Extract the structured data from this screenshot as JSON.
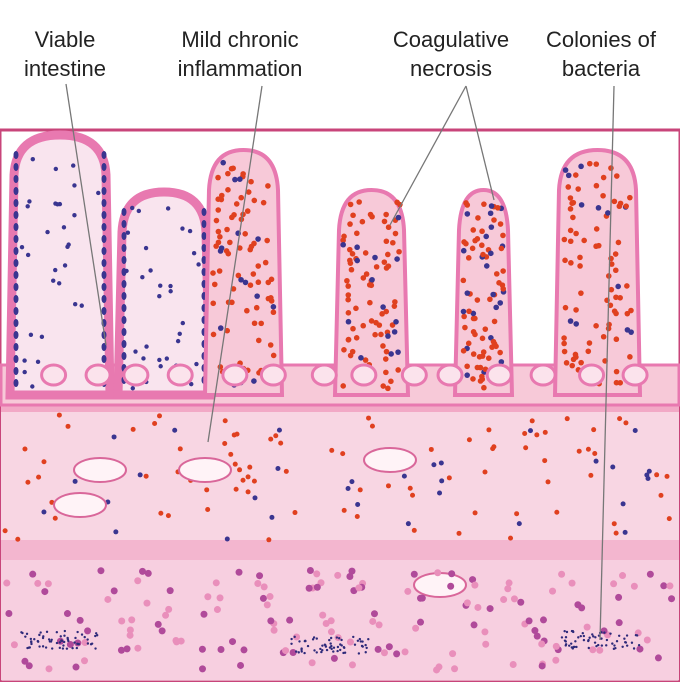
{
  "labels": {
    "viable": {
      "line1": "Viable",
      "line2": "intestine"
    },
    "inflammation": {
      "line1": "Mild chronic",
      "line2": "inflammation"
    },
    "necrosis": {
      "line1": "Coagulative",
      "line2": "necrosis"
    },
    "bacteria": {
      "line1": "Colonies of",
      "line2": "bacteria"
    }
  },
  "colors": {
    "frame": "#c8457a",
    "epithelium": "#e879b0",
    "lamina_viable": "#f9e4ee",
    "lamina_necrotic": "#f7c9d8",
    "rbc": "#e0401f",
    "nucleus": "#3a3590",
    "submucosa": "#f8d6e3",
    "muscle": "#f0a8c8"
  }
}
